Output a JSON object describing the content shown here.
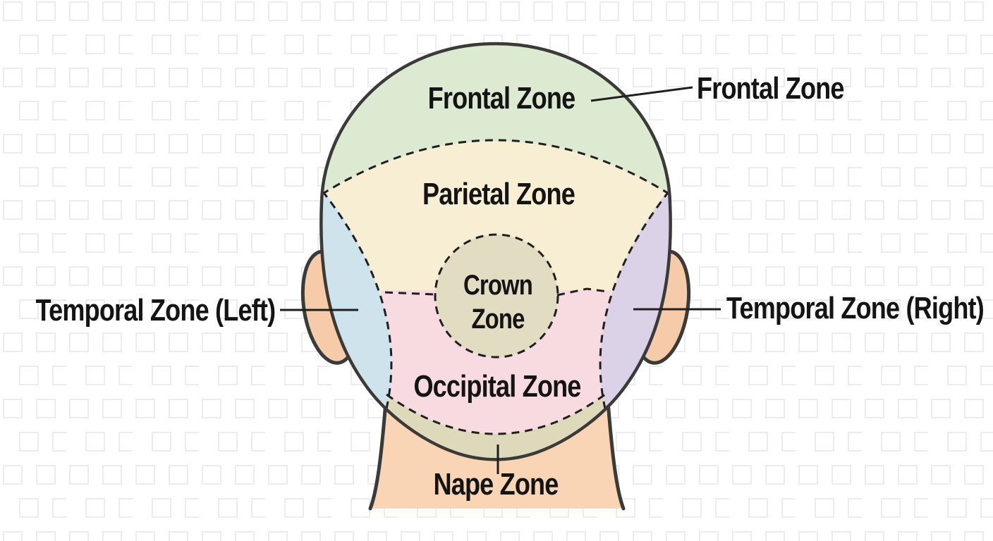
{
  "diagram": {
    "subject": "head-zones-back-view",
    "zones": {
      "frontal": {
        "label": "Frontal Zone",
        "color": "#dcead2"
      },
      "parietal": {
        "label": "Parietal Zone",
        "color": "#f7eed4"
      },
      "crown": {
        "label": "Crown Zone",
        "line1": "Crown",
        "line2": "Zone",
        "color": "#e2dcc3"
      },
      "temporal_left": {
        "label": "Temporal Zone (Left)",
        "color": "#cfe3ec"
      },
      "temporal_right": {
        "label": "Temporal Zone (Right)",
        "color": "#dcd2e7"
      },
      "occipital": {
        "label": "Occipital Zone",
        "color": "#f8dbe1"
      },
      "nape": {
        "label": "Nape Zone",
        "color": "#ded9ba"
      }
    },
    "callouts": {
      "frontal": "Frontal Zone"
    },
    "figure": {
      "skin": "#f9d5b6",
      "ear": "#f6cba9",
      "outline": "#3a3a38",
      "dash": "#1f1f1f",
      "text": "#141414",
      "background": "#ffffff",
      "pattern": "#ececec"
    }
  }
}
